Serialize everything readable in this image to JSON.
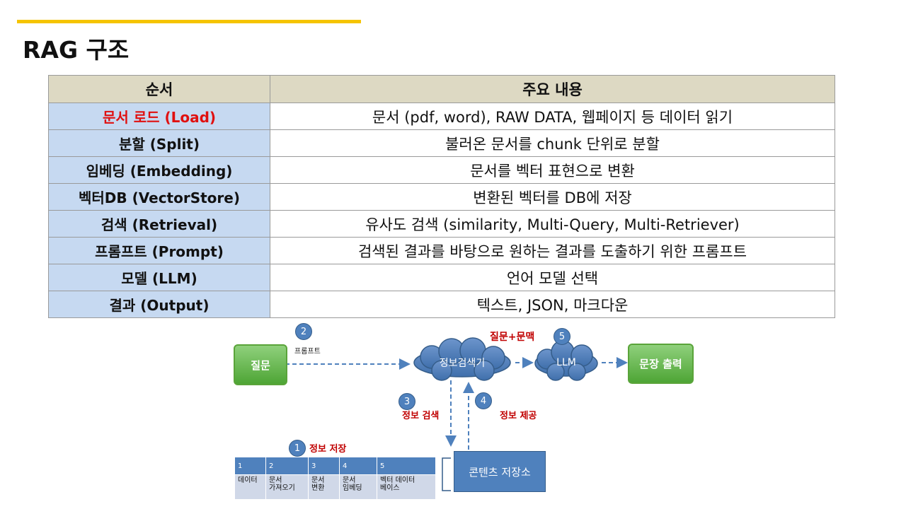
{
  "title": "RAG 구조",
  "table": {
    "headers": [
      "순서",
      "주요 내용"
    ],
    "rows": [
      {
        "step": "문서 로드 (Load)",
        "desc": "문서 (pdf, word), RAW DATA, 웹페이지 등 데이터 읽기",
        "highlight": "#e01010"
      },
      {
        "step": "분할 (Split)",
        "desc": "불러온 문서를 chunk 단위로 분할"
      },
      {
        "step": "임베딩 (Embedding)",
        "desc": "문서를 벡터 표현으로 변환"
      },
      {
        "step": "벡터DB (VectorStore)",
        "desc": "변환된 벡터를 DB에 저장"
      },
      {
        "step": "검색 (Retrieval)",
        "desc": "유사도 검색 (similarity, Multi-Query, Multi-Retriever)"
      },
      {
        "step": "프롬프트 (Prompt)",
        "desc": "검색된 결과를 바탕으로 원하는 결과를 도출하기 위한 프롬프트"
      },
      {
        "step": "모델 (LLM)",
        "desc": "언어 모델 선택"
      },
      {
        "step": "결과 (Output)",
        "desc": "텍스트, JSON, 마크다운"
      }
    ]
  },
  "diagram": {
    "question": "질문",
    "prompt_label": "프롬프트",
    "search_cloud": "정보검색기",
    "llm_cloud": "LLM",
    "output": "문장 출력",
    "question_context": "질문+문맥",
    "info_search": "정보 검색",
    "info_provide": "정보 제공",
    "info_store": "정보 저장",
    "content_store": "콘텐츠 저장소",
    "step_numbers": [
      "1",
      "2",
      "3",
      "4",
      "5"
    ],
    "mini_table": {
      "headers": [
        "1",
        "2",
        "3",
        "4",
        "5"
      ],
      "cells": [
        "데이터",
        "문서\n가져오기",
        "문서\n변환",
        "문서\n임베딩",
        "벡터 데이터\n베이스"
      ]
    }
  },
  "colors": {
    "accent_bar": "#f5c400",
    "header_bg": "#ddd9c3",
    "step_bg": "#c6d9f1",
    "highlight_text": "#e01010",
    "diagram_blue": "#4f81bd",
    "box_green": "#5aa43a",
    "label_red": "#c00000"
  }
}
